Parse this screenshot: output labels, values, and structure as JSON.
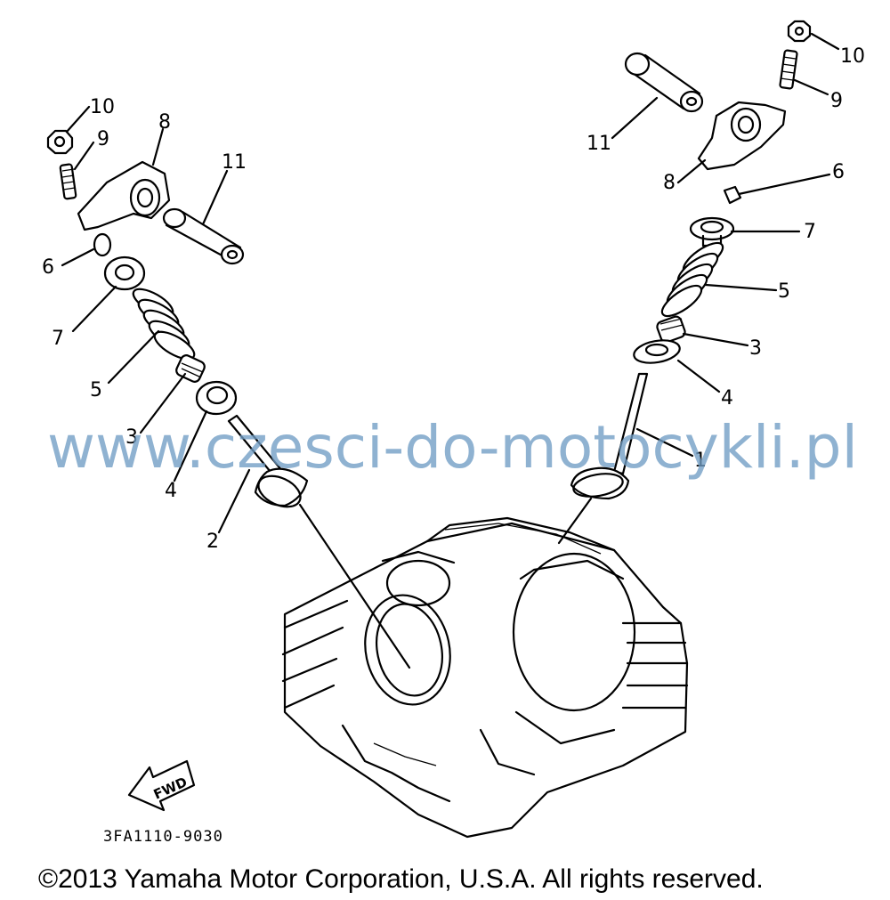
{
  "diagram": {
    "part_numbers_left": {
      "n10": "10",
      "n9": "9",
      "n8": "8",
      "n11": "11",
      "n6": "6",
      "n7": "7",
      "n5": "5",
      "n3": "3",
      "n4": "4",
      "n2": "2"
    },
    "part_numbers_right": {
      "n10": "10",
      "n9": "9",
      "n11": "11",
      "n8": "8",
      "n6": "6",
      "n7": "7",
      "n5": "5",
      "n3": "3",
      "n4": "4",
      "n1": "1"
    },
    "fwd_label": "FWD",
    "drawing_code": "3FA1110-9030",
    "watermark": "www.czesci-do-motocykli.pl",
    "copyright": "©2013 Yamaha Motor Corporation, U.S.A. All rights reserved."
  }
}
